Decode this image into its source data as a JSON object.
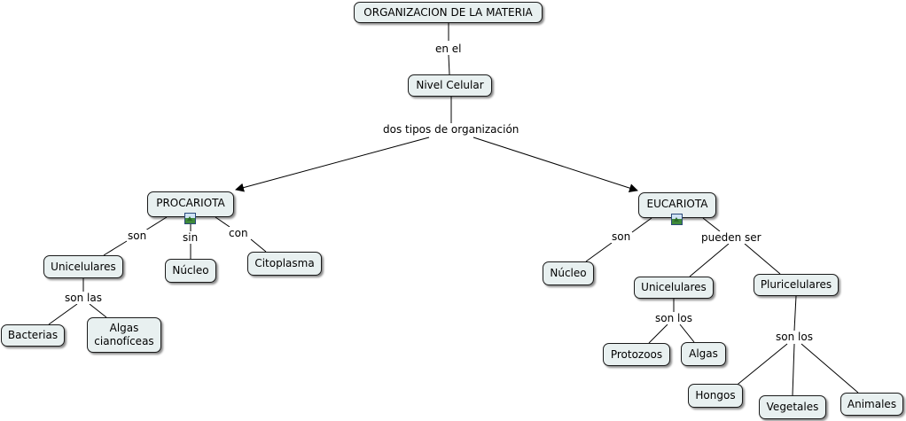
{
  "nodes": {
    "organizacion": "ORGANIZACION DE LA MATERIA",
    "nivel_celular": "Nivel Celular",
    "procariota": "PROCARIOTA",
    "eucariota": "EUCARIOTA",
    "pro_unicelulares": "Unicelulares",
    "pro_nucleo": "Núcleo",
    "citoplasma": "Citoplasma",
    "bacterias": "Bacterias",
    "algas_cianoficeas": "Algas\ncianofíceas",
    "euc_nucleo": "Núcleo",
    "euc_unicelulares": "Unicelulares",
    "pluricelulares": "Pluricelulares",
    "protozoos": "Protozoos",
    "algas": "Algas",
    "hongos": "Hongos",
    "vegetales": "Vegetales",
    "animales": "Animales"
  },
  "links": {
    "en_el": "en el",
    "dos_tipos": "dos tipos de organización",
    "pro_son": "son",
    "pro_sin": "sin",
    "pro_con": "con",
    "son_las": "son las",
    "euc_son": "son",
    "pueden_ser": "pueden ser",
    "uni_son_los": "son los",
    "pluri_son_los": "son los"
  },
  "icons": {
    "procariota_image": "image-icon",
    "eucariota_image": "image-icon"
  },
  "colors": {
    "node_fill": "#e8f0f0",
    "node_border": "#1a1a1a",
    "line": "#000000"
  }
}
